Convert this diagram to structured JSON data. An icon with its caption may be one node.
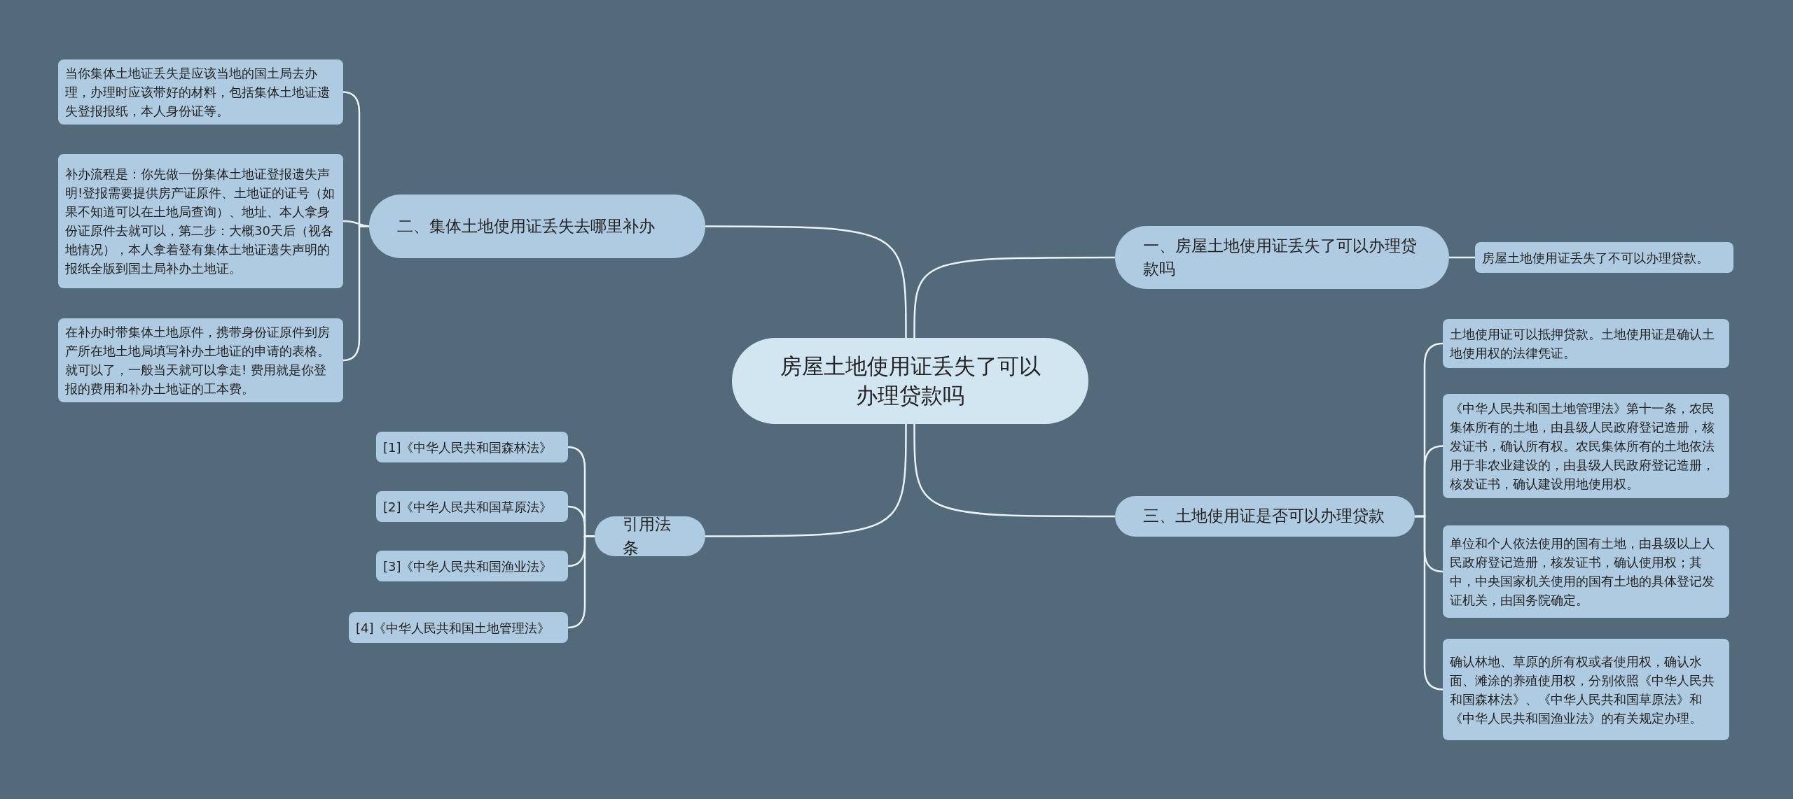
{
  "diagram": {
    "nodes": [
      {
        "text": [
          "房屋土地使用证丢失了可以办理贷款吗"
        ]
      },
      {
        "text": [
          "二、集体土地使用证丢失去哪里补办"
        ]
      },
      {
        "text": [
          "当你集体土地证丢失是应该当地的国土局去办理，办理时应该带好的材料，包括集体土地证遗失登报报纸，本人身份证等。"
        ]
      },
      {
        "text": [
          "补办流程是：你先做一份集体土地证登报遗失声明!登报需要提供房产证原件、土地证的证号（如果不知道可以在土地局查询）、地址、本人拿身份证原件去就可以，第二步：大概30天后（视各地情况），本人拿着登有集体土地证遗失声明的报纸全版到国土局补办土地证。"
        ]
      },
      {
        "text": [
          "在补办时带集体土地原件，携带身份证原件到房产所在地土地局填写补办土地证的申请的表格。就可以了，一般当天就可以拿走! 费用就是你登报的费用和补办土地证的工本费。"
        ]
      },
      {
        "text": [
          "引用法条"
        ]
      },
      {
        "text": [
          "[1]《中华人民共和国森林法》"
        ]
      },
      {
        "text": [
          "[2]《中华人民共和国草原法》"
        ]
      },
      {
        "text": [
          "[3]《中华人民共和国渔业法》"
        ]
      },
      {
        "text": [
          "[4]《中华人民共和国土地管理法》"
        ]
      },
      {
        "text": [
          "一、房屋土地使用证丢失了可以办理贷款吗"
        ]
      },
      {
        "text": [
          "房屋土地使用证丢失了不可以办理贷款。"
        ]
      },
      {
        "text": [
          "三、土地使用证是否可以办理贷款"
        ]
      },
      {
        "text": [
          "土地使用证可以抵押贷款。土地使用证是确认土地使用权的法律凭证。"
        ]
      },
      {
        "text": [
          "《中华人民共和国土地管理法》第十一条，农民集体所有的土地，由县级人民政府登记造册，核发证书，确认所有权。农民集体所有的土地依法用于非农业建设的，由县级人民政府登记造册，核发证书，确认建设用地使用权。"
        ]
      },
      {
        "text": [
          "单位和个人依法使用的国有土地，由县级以上人民政府登记造册，核发证书，确认使用权；其中，中央国家机关使用的国有土地的具体登记发证机关，由国务院确定。"
        ]
      },
      {
        "text": [
          "确认林地、草原的所有权或者使用权，确认水面、滩涂的养殖使用权，分别依照《中华人民共和国森林法》、《中华人民共和国草原法》和《中华人民共和国渔业法》的有关规定办理。"
        ]
      }
    ],
    "edges": [
      {
        "from": 0,
        "to": 1,
        "arrow": "none"
      },
      {
        "from": 1,
        "to": 2,
        "arrow": "none"
      },
      {
        "from": 1,
        "to": 3,
        "arrow": "none"
      },
      {
        "from": 1,
        "to": 4,
        "arrow": "none"
      },
      {
        "from": 0,
        "to": 5,
        "arrow": "none"
      },
      {
        "from": 5,
        "to": 6,
        "arrow": "none"
      },
      {
        "from": 5,
        "to": 7,
        "arrow": "none"
      },
      {
        "from": 5,
        "to": 8,
        "arrow": "none"
      },
      {
        "from": 5,
        "to": 9,
        "arrow": "none"
      },
      {
        "from": 0,
        "to": 10,
        "arrow": "none"
      },
      {
        "from": 10,
        "to": 11,
        "arrow": "none"
      },
      {
        "from": 0,
        "to": 12,
        "arrow": "none"
      },
      {
        "from": 12,
        "to": 13,
        "arrow": "none"
      },
      {
        "from": 12,
        "to": 14,
        "arrow": "none"
      },
      {
        "from": 12,
        "to": 15,
        "arrow": "none"
      },
      {
        "from": 12,
        "to": 16,
        "arrow": "none"
      }
    ]
  }
}
